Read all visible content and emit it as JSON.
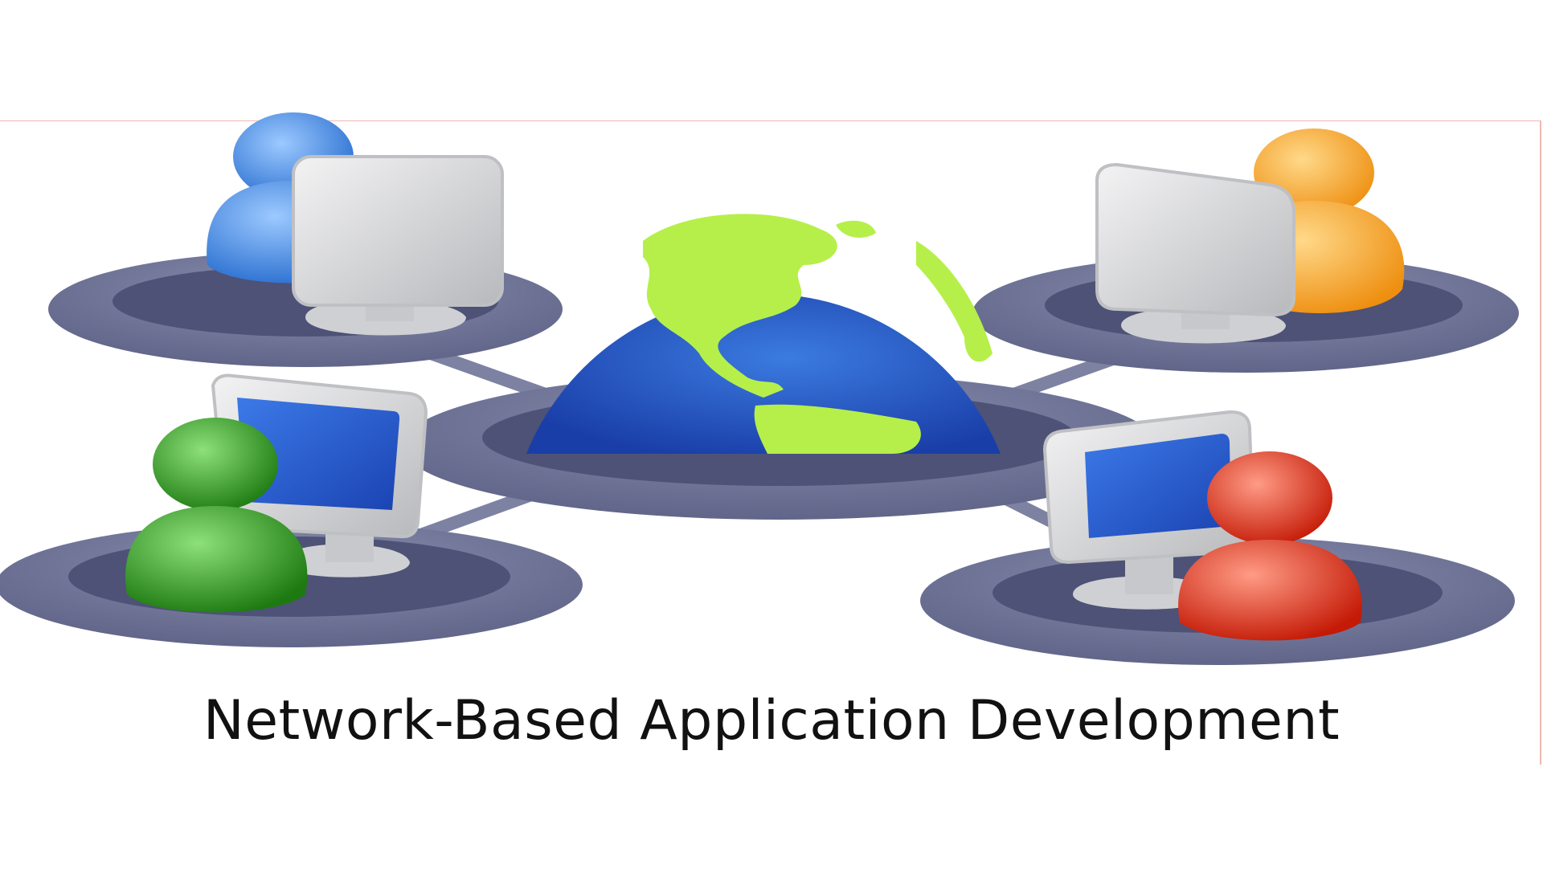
{
  "caption": "Network-Based Application Development",
  "nodes": [
    {
      "name": "user-blue",
      "color": "#3f8fe3",
      "screen": "off"
    },
    {
      "name": "user-orange",
      "color": "#f6a21a",
      "screen": "off"
    },
    {
      "name": "user-green",
      "color": "#2f9a1e",
      "screen": "on"
    },
    {
      "name": "user-red",
      "color": "#e0280f",
      "screen": "on"
    }
  ],
  "colors": {
    "platform": "#6e7396",
    "globe_ocean": "#1f5ec8",
    "globe_land": "#b6ef4a",
    "screen_on": "#1f57c9",
    "monitor": "#d9dadc"
  }
}
